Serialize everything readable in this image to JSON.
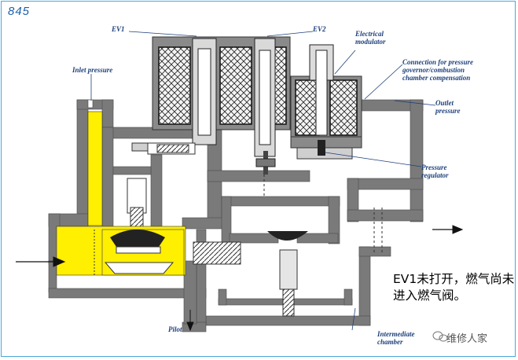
{
  "figure_number": "845",
  "labels": {
    "ev1": "EV1",
    "ev2": "EV2",
    "inlet_pressure": "Inlet pressure",
    "electrical_modulator": "Electrical\nmodulator",
    "connection": "Connection for pressure\ngovernor/combustion\nchamber compensation",
    "outlet_pressure": "Outlet\npressure",
    "pressure_regulator": "Pressure\nregulator",
    "pilot": "Pilot",
    "intermediate_chamber": "Intermediate\nchamber"
  },
  "note": "EV1未打开，燃气尚未进入燃气阀。",
  "watermark": "维修人家",
  "colors": {
    "gas": "#ffef00",
    "body": "#7a7a7a",
    "label": "#1d3f7a",
    "frame": "#4aa8d8"
  }
}
